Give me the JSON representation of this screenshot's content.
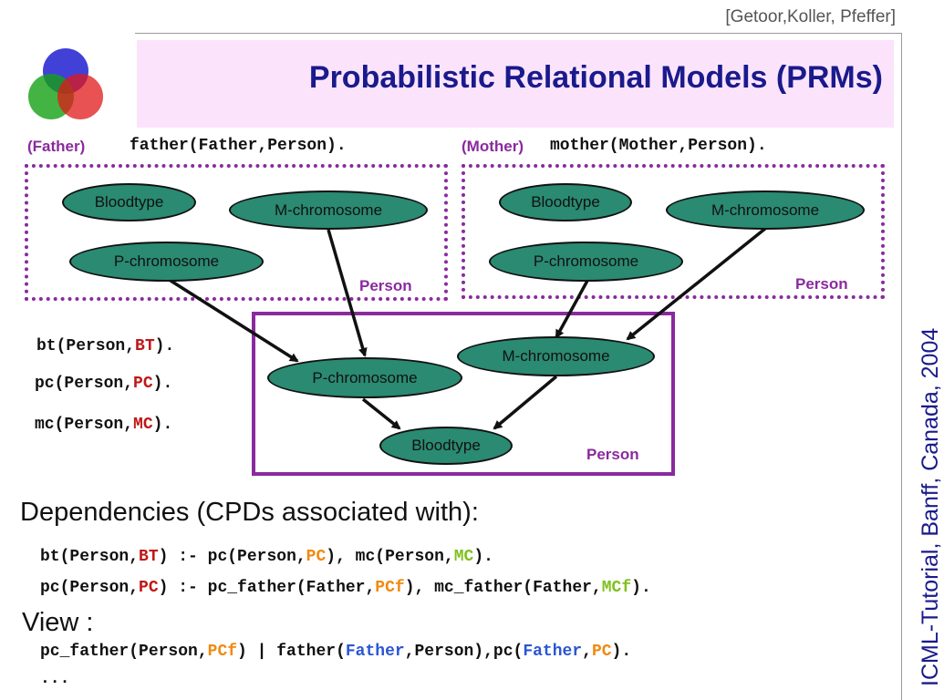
{
  "citation": "[Getoor,Koller, Pfeffer]",
  "title": "Probabilistic Relational Models (PRMs)",
  "side_text": "ICML-Tutorial, Banff, Canada, 2004",
  "colors": {
    "title": "#1a1a8c",
    "frame": "#8a2a9e",
    "node": "#2a8a72",
    "title_band": "#fbe4fb",
    "red": "#c01818",
    "orange": "#f08a10",
    "green": "#7ec21e",
    "blue": "#2a56d4"
  },
  "father": {
    "role": "(Father)",
    "predicate": "father(Father,Person).",
    "class_label": "Person",
    "nodes": {
      "bloodtype": "Bloodtype",
      "m_chromosome": "M-chromosome",
      "p_chromosome": "P-chromosome"
    }
  },
  "mother": {
    "role": "(Mother)",
    "predicate": "mother(Mother,Person).",
    "class_label": "Person",
    "nodes": {
      "bloodtype": "Bloodtype",
      "m_chromosome": "M-chromosome",
      "p_chromosome": "P-chromosome"
    }
  },
  "person": {
    "class_label": "Person",
    "nodes": {
      "p_chromosome": "P-chromosome",
      "m_chromosome": "M-chromosome",
      "bloodtype": "Bloodtype"
    }
  },
  "predicates": {
    "bt": {
      "prefix": "bt(Person,",
      "var": "BT",
      "suffix": ")."
    },
    "pc": {
      "prefix": "pc(Person,",
      "var": "PC",
      "suffix": ")."
    },
    "mc": {
      "prefix": "mc(Person,",
      "var": "MC",
      "suffix": ")."
    }
  },
  "dependencies": {
    "heading": "Dependencies (CPDs associated with):",
    "line1": {
      "a": "bt(Person,",
      "a_var": "BT",
      "b": ") :- pc(Person,",
      "b_var": "PC",
      "c": "), mc(Person,",
      "c_var": "MC",
      "d": ")."
    },
    "line2": {
      "a": "pc(Person,",
      "a_var": "PC",
      "b": ") :- pc_father(Father,",
      "b_var": "PCf",
      "c": "), mc_father(Father,",
      "c_var": "MCf",
      "d": ")."
    }
  },
  "view": {
    "heading": "View :",
    "line": {
      "a": "pc_father(Person,",
      "a_var": "PCf",
      "b": ") |  father(",
      "b_var": "Father",
      "c": ",Person),pc(",
      "c_var": "Father",
      "d": ",",
      "d_var": "PC",
      "e": ")."
    },
    "ellipsis": "..."
  }
}
